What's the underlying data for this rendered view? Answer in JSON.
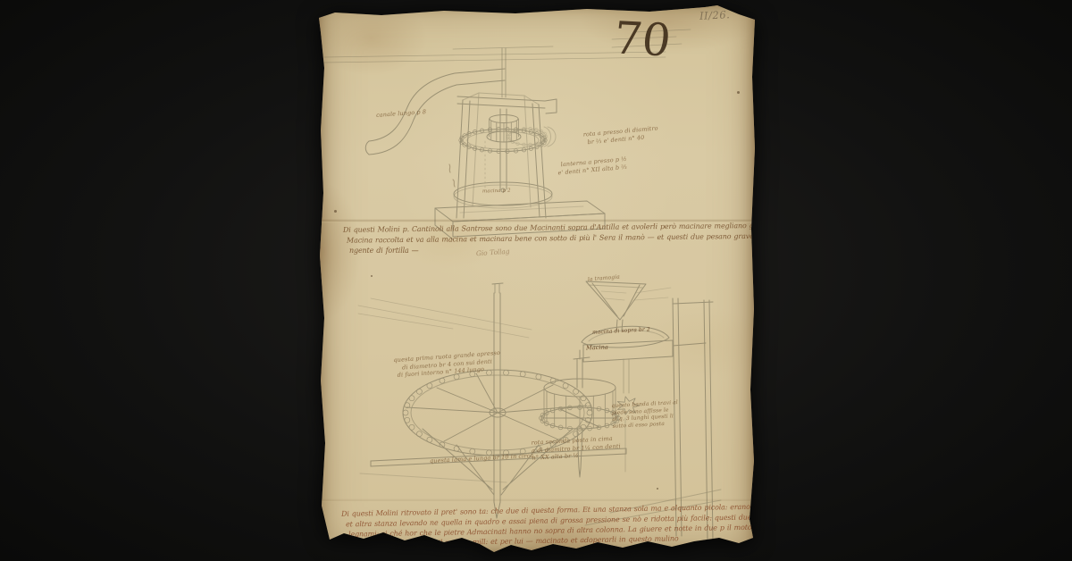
{
  "scan": {
    "background_color": "#121211",
    "paper_color": "#d8c9a2",
    "ink_dark": "#41301c",
    "ink_faded": "#70502a",
    "ink_red": "#823e1e"
  },
  "page": {
    "corner_mark": "II/26.",
    "folio_number": "70",
    "top_figure": {
      "canale": "canale lungo p 8",
      "rota": [
        "rota a presso di diamitro",
        "br ⅔ e' denti n° 40"
      ],
      "lanterna": [
        "lanterna a presso p ½",
        "e' denti n° XII alta b ⅔"
      ],
      "stone": "macina p 2"
    },
    "mid_text": {
      "lines": [
        "Di questi Molini p. Cantinoli alla Santrose sono due Macinanti sopra d'Antilla et avolerli però macinare megliano gli huomini che ciàse",
        "Macina raccolta et va alla macina et macinara bene con sotto di più l' Sera il manò — et questi due pesano grave ss lunga —",
        "ngente di fortilla —"
      ],
      "signature": "Gio Tollag"
    },
    "bottom_figure": {
      "wheel": [
        "questa prima ruota grande apresso",
        "di diametro br 4 con sui denti",
        "di fuori intorno n° 144 lungo"
      ],
      "lama": "questa lama e lunga br 10 in circa",
      "second_wheel": [
        "rota seconda posta in cima",
        "a di diamitro br 1¼ con denti",
        "n° XX alta br ½"
      ],
      "travi": [
        "questo banda di travi al",
        "piede sono affisse le",
        "al q. 3 lunghi questi li",
        "sotto di esso posta"
      ],
      "tramoggia": "la tramogia",
      "macina_sopra": "macina di sopra br 2",
      "macina": "Macina"
    },
    "bottom_text": {
      "lines": [
        "Di questi Molini ritrovato il pret' sono ta: che due di questa forma. Et una stanza sola ma e alquanto picola: erano maggiori di questi due",
        "et altra stanza levando ne quella in quadro e assai piena di grossa pressione se nò e ridotta più facile: questi due per sono giu",
        "legnami: si ché hor che le pietre Admacinati hanno no sopra di altra colonna. La giuere et notte in due p il moto verde hanno pietra",
        "bene l' ore il resto a mill: et per lui — macinato et adoperarli in questo mulino"
      ]
    }
  }
}
